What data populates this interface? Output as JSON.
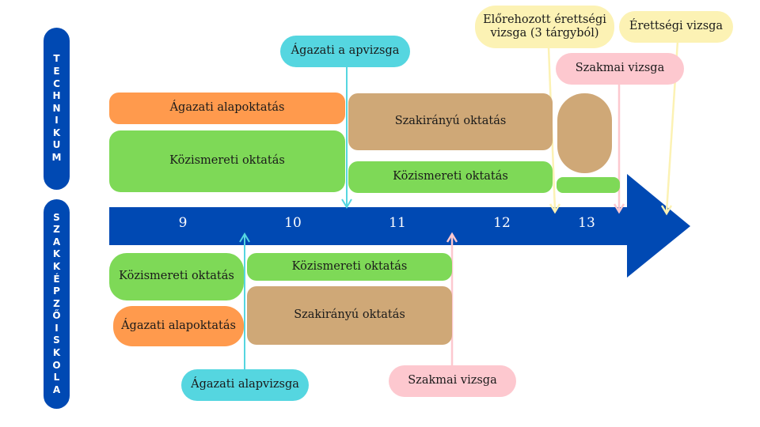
{
  "labels": {
    "technikum": [
      "T",
      "E",
      "C",
      "H",
      "N",
      "I",
      "K",
      "U",
      "M"
    ],
    "szakkepzo": [
      "S",
      "Z",
      "A",
      "K",
      "K",
      "É",
      "P",
      "Z",
      "Ő",
      "I",
      "S",
      "K",
      "O",
      "L",
      "A"
    ]
  },
  "timeline": {
    "years": [
      "9",
      "10",
      "11",
      "12",
      "13"
    ]
  },
  "technikum": {
    "agazati_alapoktatas": "Ágazati alapoktatás",
    "kozismereti_1": "Közismereti oktatás",
    "szakiranyu": "Szakirányú oktatás",
    "kozismereti_2": "Közismereti oktatás",
    "agazati_alapvizsga": "Ágazati a apvizsga",
    "eloreh_erettsegi": "Előrehozott érettségi vizsga (3 tárgyból)",
    "szakmai_vizsga": "Szakmai vizsga",
    "erettsegi_vizsga": "Érettségi vizsga"
  },
  "szakkepzo": {
    "kozismereti_1": "Közismereti oktatás",
    "kozismereti_2": "Közismereti oktatás",
    "agazati_alapoktatas": "Ágazati alapoktatás",
    "szakiranyu": "Szakirányú oktatás",
    "agazati_alapvizsga": "Ágazati alapvizsga",
    "szakmai_vizsga": "Szakmai vizsga"
  },
  "colors": {
    "arrow": "#0049b3",
    "orange": "#ff9a4d",
    "green": "#7ed957",
    "tan": "#cfa877",
    "cyan": "#55d6e0",
    "pink": "#fdc8cf",
    "yellow": "#fcf2b4"
  }
}
